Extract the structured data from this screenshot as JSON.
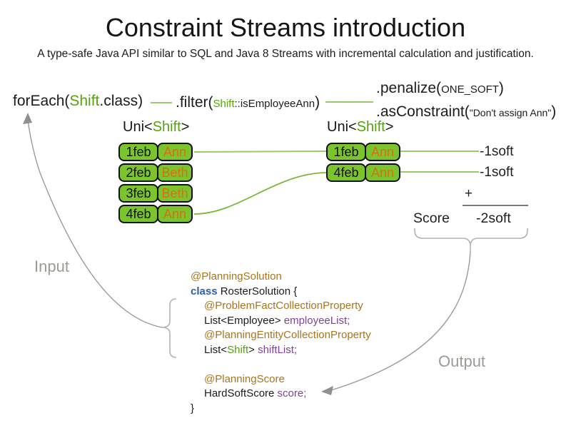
{
  "title": "Constraint Streams introduction",
  "subtitle": "A type-safe Java API similar to SQL and Java 8 Streams with incremental calculation and justification.",
  "colors": {
    "green_text": "#55a30a",
    "green_fill": "#7cc42e",
    "green_line": "#9cca6a",
    "green_curve": "#79b63a",
    "orange_text": "#d96e12",
    "annotation": "#a8751d",
    "keyword": "#2e5fa3",
    "field": "#7d4397",
    "gray_label": "#9b9b96"
  },
  "pipeline": {
    "foreach": {
      "pre": "forEach(",
      "type": "Shift",
      "post": ".class)"
    },
    "filter": {
      "pre": ".filter(",
      "type": "Shift",
      "method": "::isEmployeeAnn",
      "post": ")"
    },
    "penalize": {
      "pre": ".penalize(",
      "arg": "ONE_SOFT",
      "post": ")"
    },
    "as_constraint": {
      "pre": ".asConstraint(",
      "arg": "\"Don't assign Ann\"",
      "post": ")"
    }
  },
  "streams": {
    "left": {
      "header": {
        "pre": "Uni<",
        "type": "Shift",
        "post": ">"
      },
      "rows": [
        {
          "date": "1feb",
          "name": "Ann"
        },
        {
          "date": "2feb",
          "name": "Beth"
        },
        {
          "date": "3feb",
          "name": "Beth"
        },
        {
          "date": "4feb",
          "name": "Ann"
        }
      ]
    },
    "right": {
      "header": {
        "pre": "Uni<",
        "type": "Shift",
        "post": ">"
      },
      "rows": [
        {
          "date": "1feb",
          "name": "Ann"
        },
        {
          "date": "4feb",
          "name": "Ann"
        }
      ]
    }
  },
  "score_panel": {
    "penalties": [
      "-1soft",
      "-1soft"
    ],
    "plus": "+",
    "score_label": "Score",
    "total": "-2soft"
  },
  "flow_labels": {
    "input": "Input",
    "output": "Output"
  },
  "code": {
    "lines": [
      {
        "indent": 0,
        "segs": [
          {
            "t": "@PlanningSolution",
            "s": "ann"
          }
        ]
      },
      {
        "indent": 0,
        "segs": [
          {
            "t": "class",
            "s": "kw"
          },
          {
            "t": " RosterSolution {",
            "s": "plain"
          }
        ]
      },
      {
        "indent": 1,
        "segs": [
          {
            "t": "@ProblemFactCollectionProperty",
            "s": "ann"
          }
        ]
      },
      {
        "indent": 1,
        "segs": [
          {
            "t": "List<Employee> ",
            "s": "plain"
          },
          {
            "t": "employeeList;",
            "s": "field"
          }
        ]
      },
      {
        "indent": 1,
        "segs": [
          {
            "t": "@PlanningEntityCollectionProperty",
            "s": "ann"
          }
        ]
      },
      {
        "indent": 1,
        "segs": [
          {
            "t": "List<",
            "s": "plain"
          },
          {
            "t": "Shift",
            "s": "type"
          },
          {
            "t": "> ",
            "s": "plain"
          },
          {
            "t": "shiftList;",
            "s": "field"
          }
        ]
      },
      {
        "indent": 0,
        "segs": []
      },
      {
        "indent": 1,
        "segs": [
          {
            "t": "@PlanningScore",
            "s": "ann"
          }
        ]
      },
      {
        "indent": 1,
        "segs": [
          {
            "t": "HardSoftScore ",
            "s": "plain"
          },
          {
            "t": "score;",
            "s": "field"
          }
        ]
      },
      {
        "indent": 0,
        "segs": [
          {
            "t": "}",
            "s": "plain"
          }
        ]
      }
    ]
  }
}
